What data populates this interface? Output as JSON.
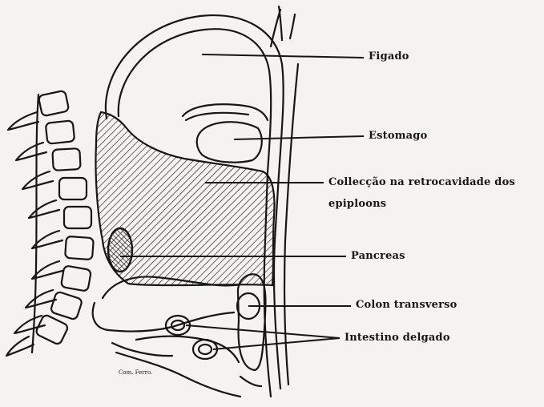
{
  "labels": {
    "figado": "Figado",
    "estomago": "Estomago",
    "collecao_line1": "Collecção na retrocavidade dos",
    "collecao_line2": "epiploons",
    "pancreas": "Pancreas",
    "colon": "Colon transverso",
    "intestino": "Intestino delgado"
  },
  "signature": "Com. Ferro.",
  "colors": {
    "ink": "#161616",
    "paper": "#f4f3ef"
  }
}
